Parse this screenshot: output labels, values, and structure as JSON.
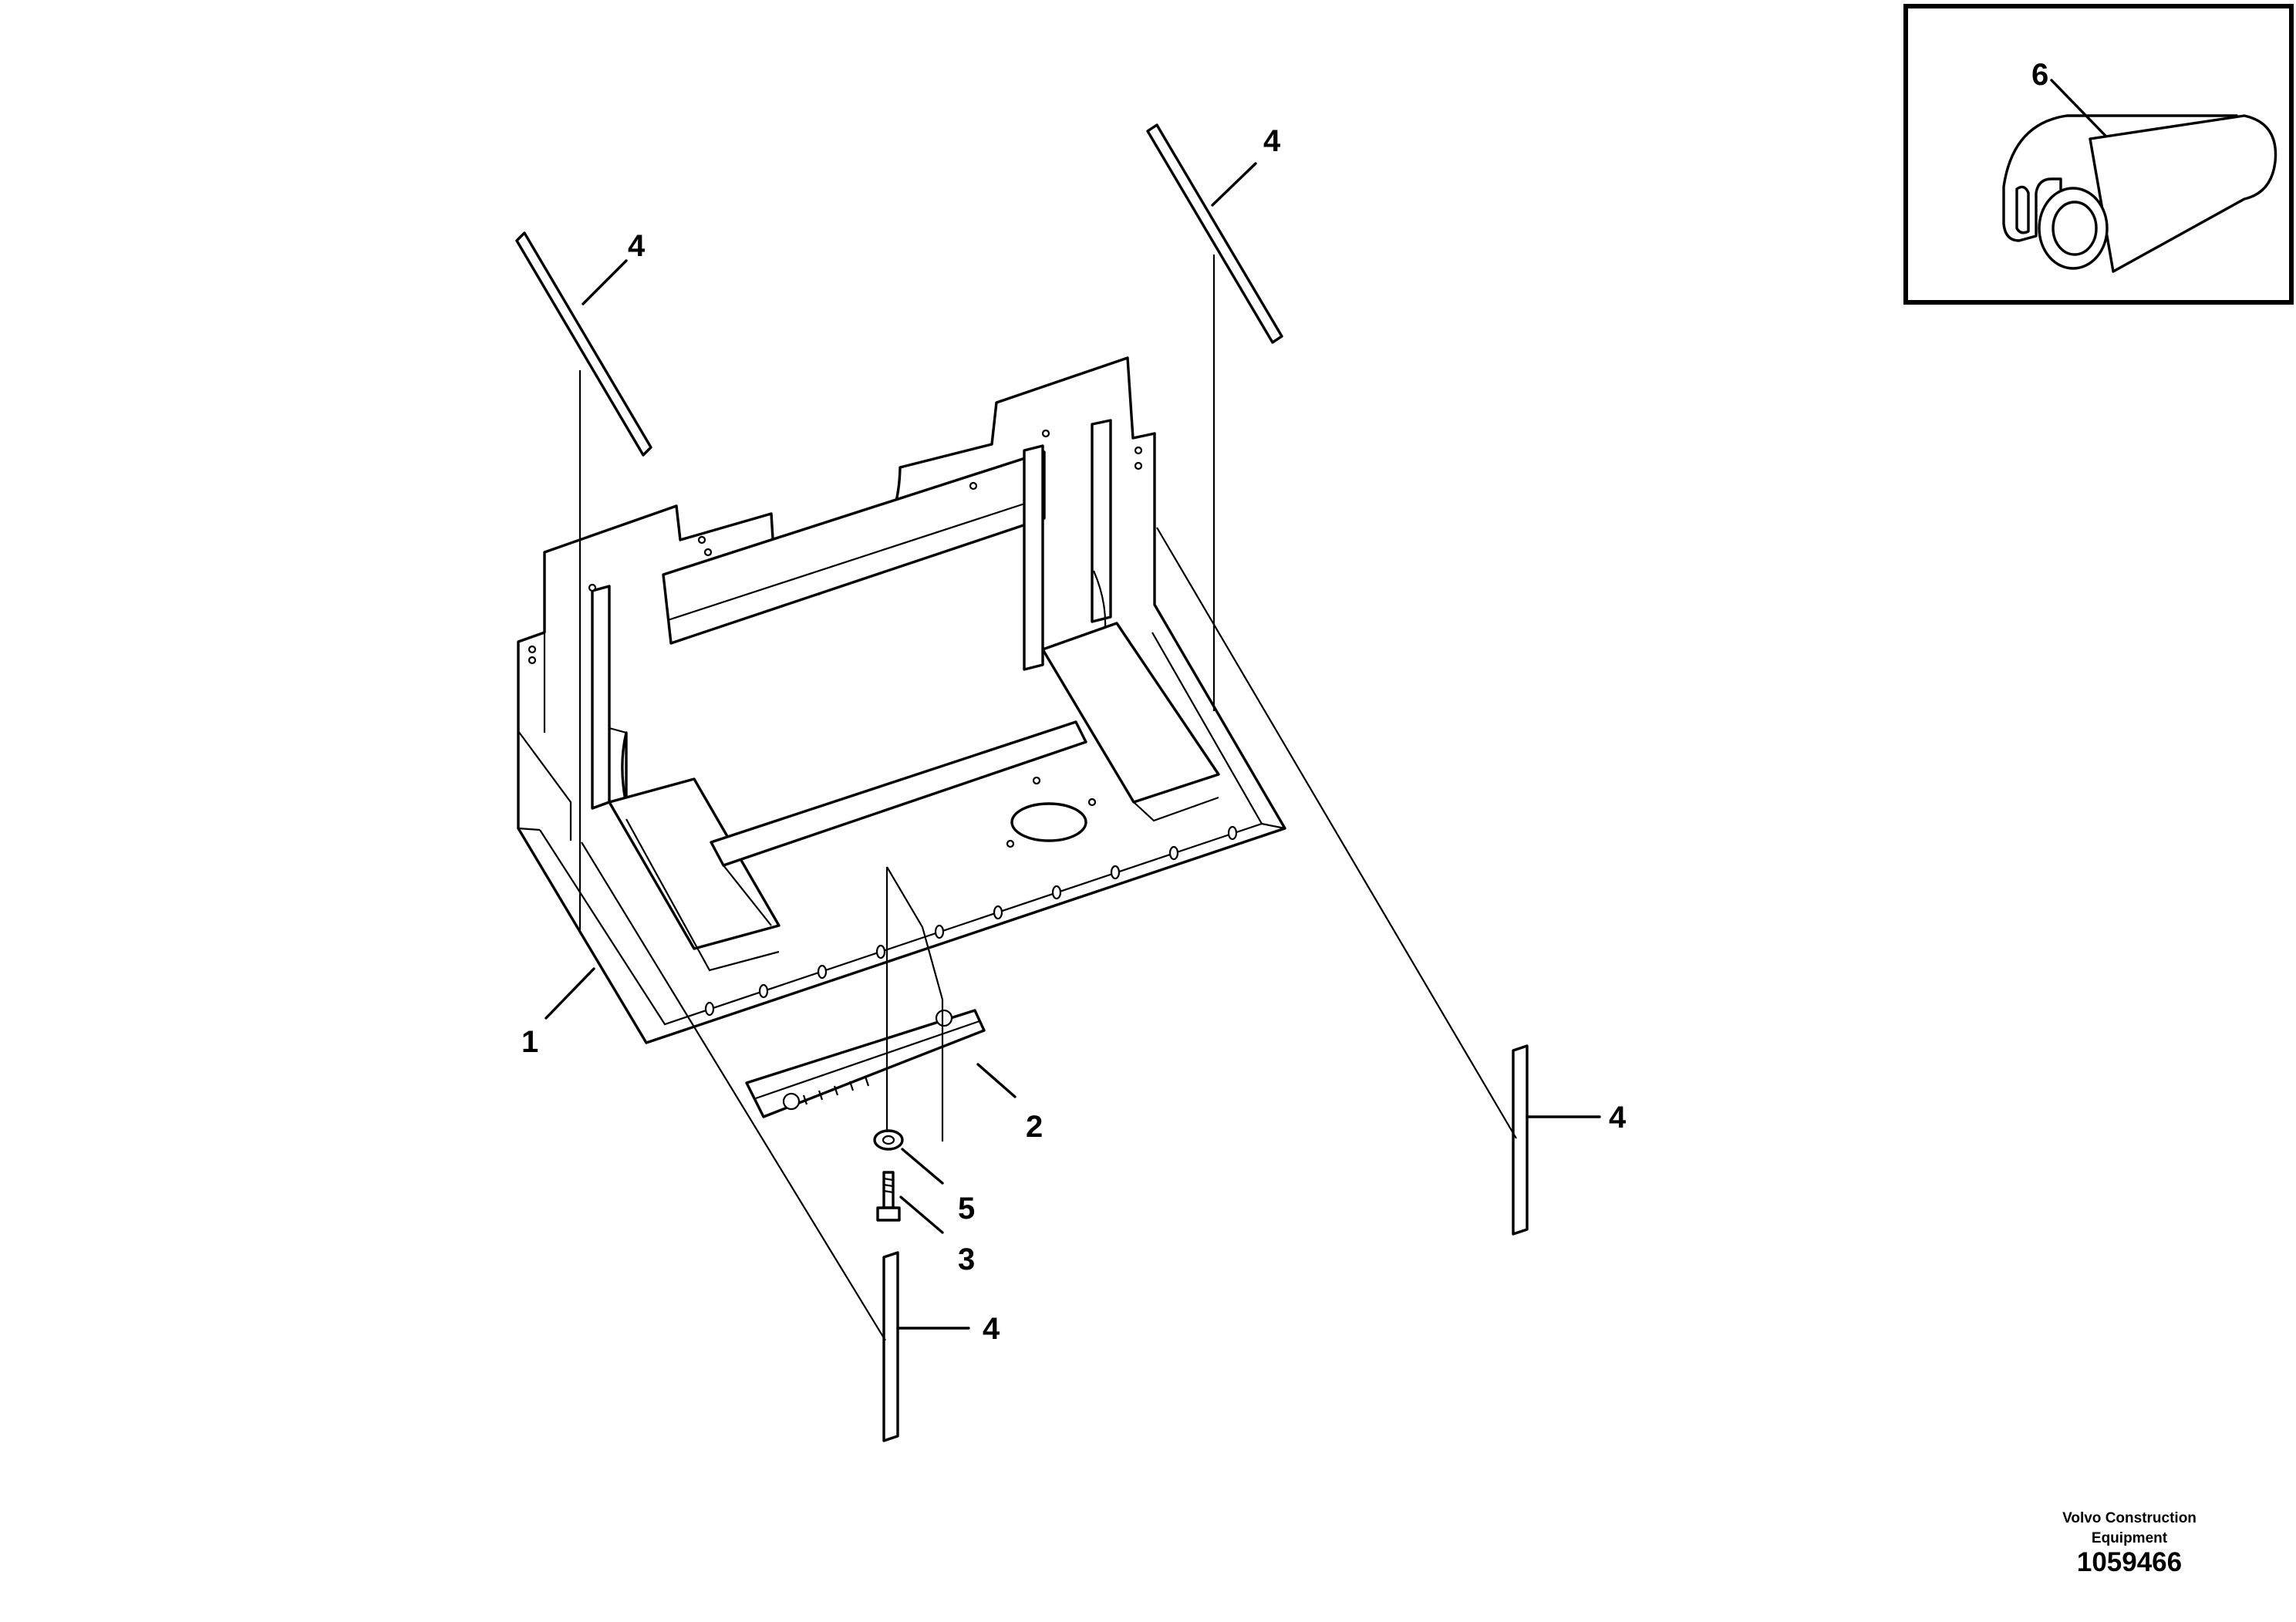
{
  "callouts": {
    "c1": "1",
    "c2": "2",
    "c3": "3",
    "c4a": "4",
    "c4b": "4",
    "c4c": "4",
    "c4d": "4",
    "c5": "5",
    "c6": "6"
  },
  "footer": {
    "company_line1": "Volvo Construction",
    "company_line2": "Equipment",
    "document_number": "1059466"
  }
}
